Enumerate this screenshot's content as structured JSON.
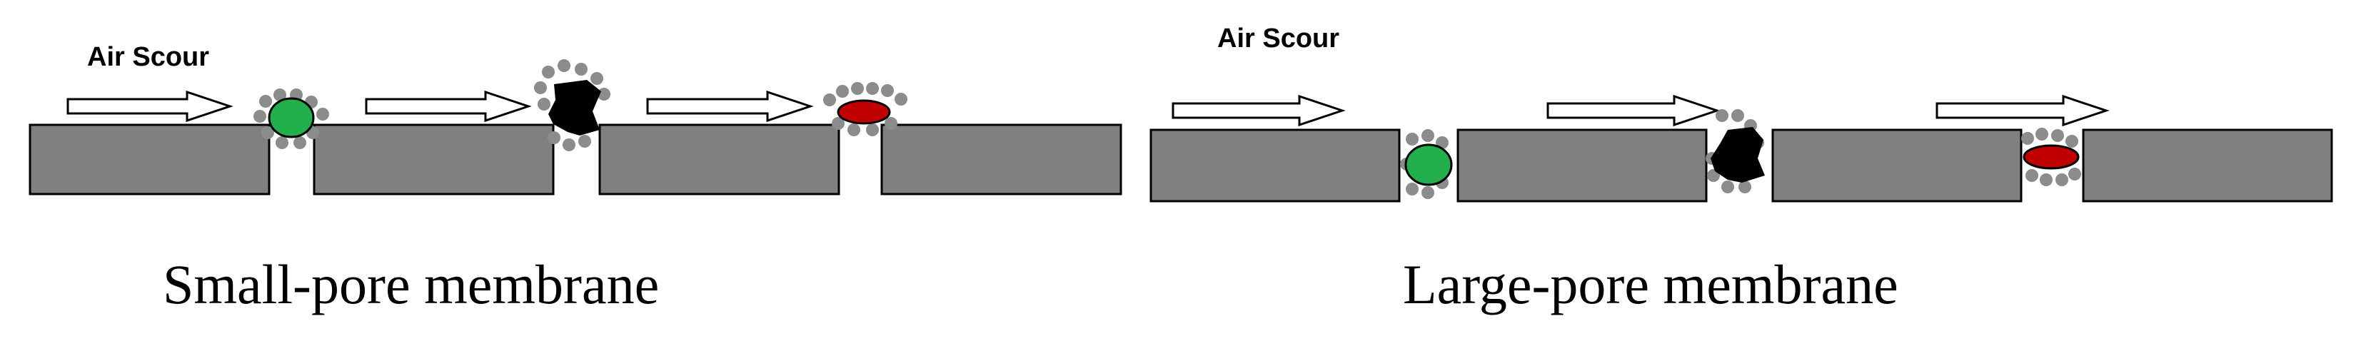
{
  "panels": [
    {
      "id": "small",
      "air_label": "Air Scour",
      "caption": "Small-pore membrane",
      "particles": [
        {
          "kind": "round",
          "color": "#21b04b"
        },
        {
          "kind": "irregular",
          "color": "#000000"
        },
        {
          "kind": "elongated",
          "color": "#c00000"
        }
      ]
    },
    {
      "id": "large",
      "air_label": "Air Scour",
      "caption": "Large-pore membrane",
      "particles": [
        {
          "kind": "round",
          "color": "#21b04b"
        },
        {
          "kind": "irregular",
          "color": "#000000"
        },
        {
          "kind": "elongated",
          "color": "#c00000"
        }
      ]
    }
  ],
  "colors": {
    "membrane_fill": "#808080",
    "foulant_beads": "#8c8c8c",
    "arrow_fill": "#ffffff"
  },
  "icons": {
    "flow_arrow": "right-arrow-outline"
  }
}
